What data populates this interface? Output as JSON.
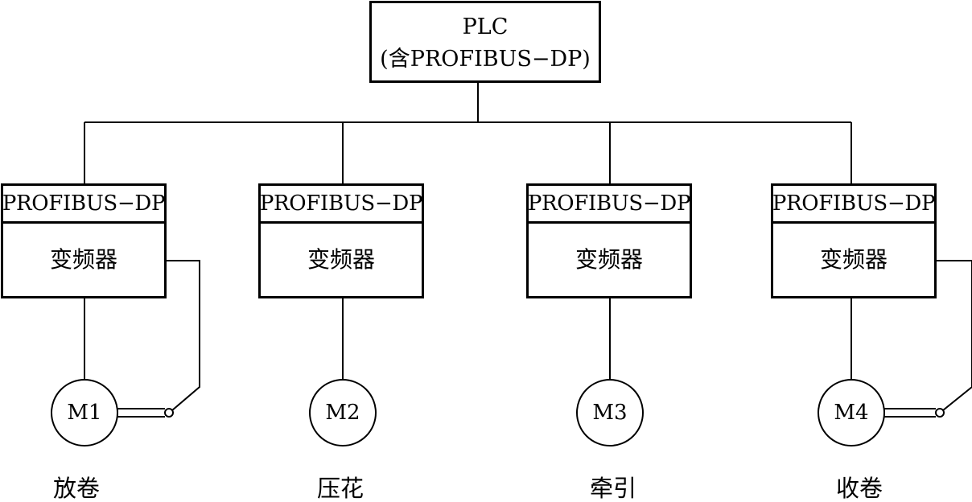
{
  "plc": {
    "line1": "PLC",
    "line2": "(含PROFIBUS−DP)"
  },
  "drives": [
    {
      "bus_label": "PROFIBUS−DP",
      "device_label": "变频器",
      "motor_label": "M1",
      "function_label": "放卷",
      "has_feedback": true
    },
    {
      "bus_label": "PROFIBUS−DP",
      "device_label": "变频器",
      "motor_label": "M2",
      "function_label": "压花",
      "has_feedback": false
    },
    {
      "bus_label": "PROFIBUS−DP",
      "device_label": "变频器",
      "motor_label": "M3",
      "function_label": "牵引",
      "has_feedback": false
    },
    {
      "bus_label": "PROFIBUS−DP",
      "device_label": "变频器",
      "motor_label": "M4",
      "function_label": "收卷",
      "has_feedback": true
    }
  ]
}
